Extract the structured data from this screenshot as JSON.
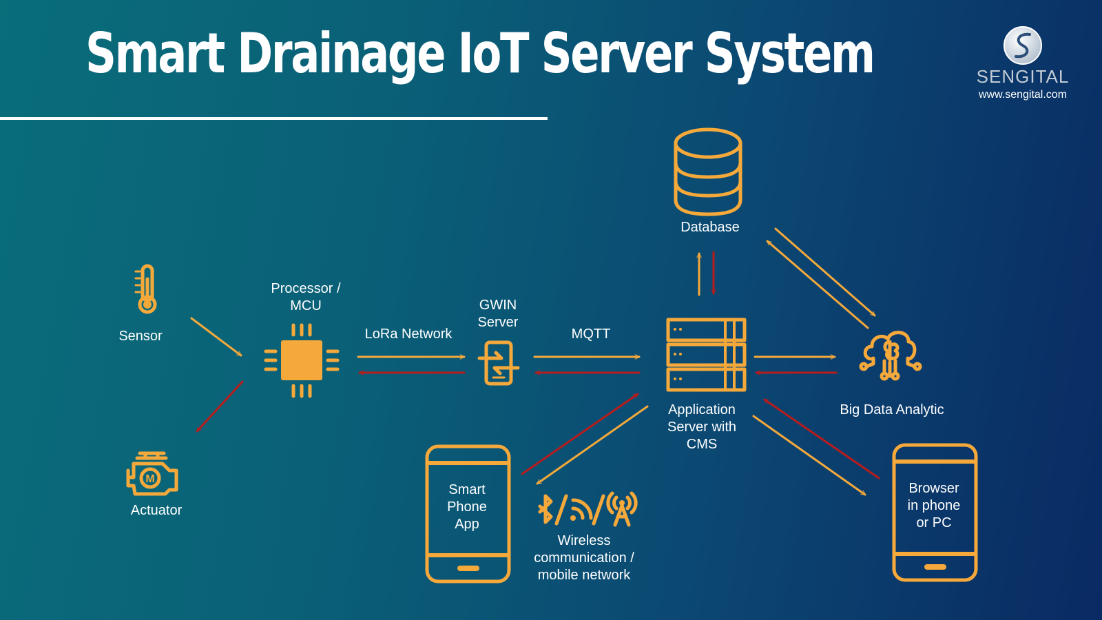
{
  "title": "Smart Drainage IoT Server System",
  "brand": {
    "name": "SENGITAL",
    "url": "www.sengital.com"
  },
  "nodes": {
    "sensor": "Sensor",
    "processor": [
      "Processor /",
      "MCU"
    ],
    "actuator": "Actuator",
    "gwin": [
      "GWIN",
      "Server"
    ],
    "database": "Database",
    "app_server": [
      "Application",
      "Server with",
      "CMS"
    ],
    "big_data": "Big Data Analytic",
    "smartphone": [
      "Smart",
      "Phone",
      "App"
    ],
    "browser": [
      "Browser",
      "in phone",
      "or PC"
    ],
    "wireless": [
      "Wireless",
      "communication /",
      "mobile network"
    ]
  },
  "links": {
    "lora": "LoRa Network",
    "mqtt": "MQTT"
  },
  "icons": [
    "thermometer-icon",
    "chip-icon",
    "engine-motor-icon",
    "gateway-phone-icon",
    "database-icon",
    "server-rack-icon",
    "cloud-brain-icon",
    "smartphone-icon",
    "bluetooth-icon",
    "wifi-icon",
    "antenna-icon"
  ],
  "colors": {
    "accent": "#f6a93b",
    "return_arrow": "#b81c1c",
    "text": "#ffffff"
  }
}
